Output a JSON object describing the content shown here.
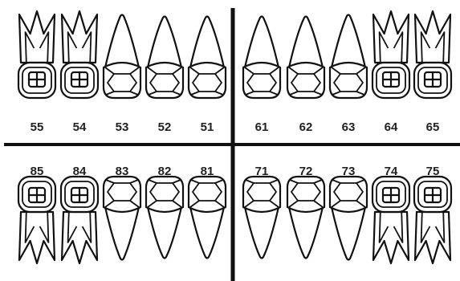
{
  "chart": {
    "ink_color": "#111111",
    "background": "#ffffff",
    "quadrants": {
      "upper_right": [
        {
          "number": "55",
          "type": "molar"
        },
        {
          "number": "54",
          "type": "molar"
        },
        {
          "number": "53",
          "type": "canine"
        },
        {
          "number": "52",
          "type": "incisor"
        },
        {
          "number": "51",
          "type": "incisor"
        }
      ],
      "upper_left": [
        {
          "number": "61",
          "type": "incisor"
        },
        {
          "number": "62",
          "type": "incisor"
        },
        {
          "number": "63",
          "type": "canine"
        },
        {
          "number": "64",
          "type": "molar"
        },
        {
          "number": "65",
          "type": "molar"
        }
      ],
      "lower_right": [
        {
          "number": "85",
          "type": "molar"
        },
        {
          "number": "84",
          "type": "molar"
        },
        {
          "number": "83",
          "type": "canine"
        },
        {
          "number": "82",
          "type": "incisor"
        },
        {
          "number": "81",
          "type": "incisor"
        }
      ],
      "lower_left": [
        {
          "number": "71",
          "type": "incisor"
        },
        {
          "number": "72",
          "type": "incisor"
        },
        {
          "number": "73",
          "type": "canine"
        },
        {
          "number": "74",
          "type": "molar"
        },
        {
          "number": "75",
          "type": "molar"
        }
      ]
    }
  }
}
